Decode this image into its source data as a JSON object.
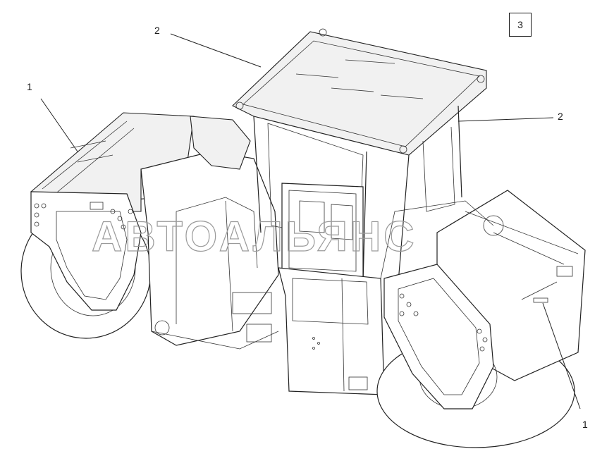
{
  "sheet_number": "3",
  "callouts": {
    "left_drum_frame": "1",
    "right_drum_frame": "1",
    "cab_roof": "2",
    "cab_side": "2"
  },
  "watermark": "АВТОАЛЬЯНС"
}
